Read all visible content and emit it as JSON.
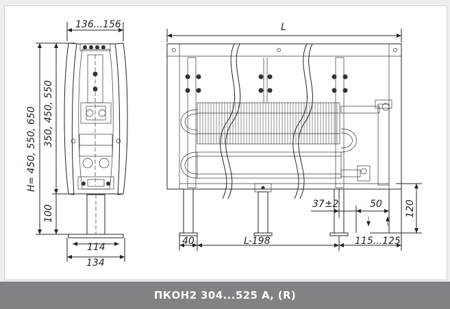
{
  "caption": "ПКОН2 304...525 А, (R)",
  "dimensions": {
    "width_range": "136...156",
    "height_total": "H= 450, 550, 650",
    "height_body": "350, 450, 550",
    "leg_height": "100",
    "base_inner": "114",
    "base_outer": "134",
    "length": "L",
    "leg_offset": "40",
    "leg_spacing": "L-198",
    "end_offset": "115...125",
    "pipe_offset": "37±2",
    "pipe_spacing": "50",
    "pipe_height": "120"
  },
  "colors": {
    "caption_bar": "#808285",
    "caption_text": "#ffffff",
    "line": "#222222"
  }
}
